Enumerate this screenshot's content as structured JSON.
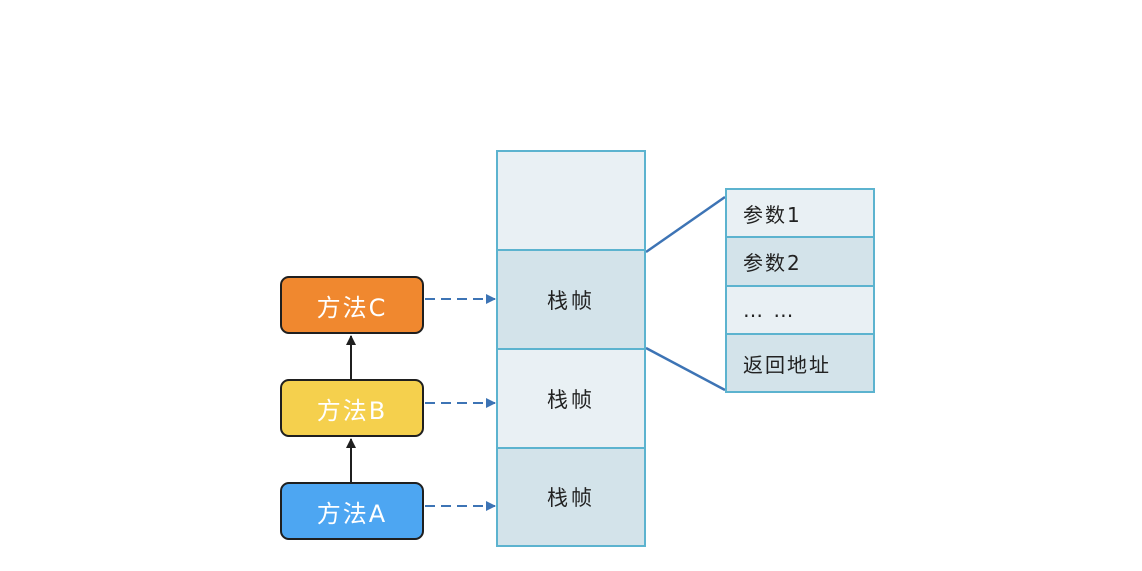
{
  "methods": [
    {
      "id": "c",
      "label": "方法C",
      "color": "#f0882f"
    },
    {
      "id": "b",
      "label": "方法B",
      "color": "#f5d04d"
    },
    {
      "id": "a",
      "label": "方法A",
      "color": "#4da6f2"
    }
  ],
  "stack": {
    "cells": [
      "",
      "栈帧",
      "栈帧",
      "栈帧"
    ]
  },
  "frame_detail": {
    "rows": [
      "参数1",
      "参数2",
      "… …",
      "返回地址"
    ]
  },
  "colors": {
    "connector": "#3d74b5",
    "stack_border": "#5cb3cf",
    "cell_light": "#e9f0f4",
    "cell_dark": "#d3e3ea",
    "arrow_dark": "#1f1f1f"
  }
}
